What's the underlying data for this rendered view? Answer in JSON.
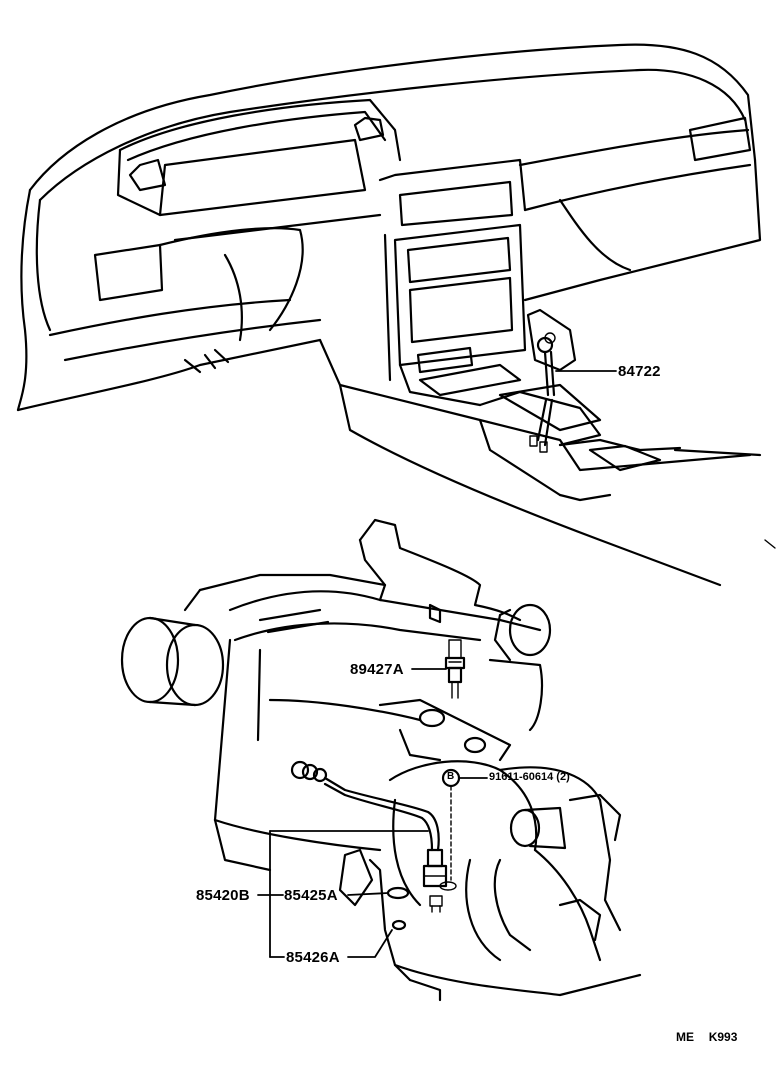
{
  "labels": {
    "p84722": "84722",
    "p89427a": "89427A",
    "p91611": "91611-60614",
    "p91611_qty": "(2)",
    "p85420b": "85420B",
    "p85425a": "85425A",
    "p85426a": "85426A",
    "bolt_marker": "B"
  },
  "footer": {
    "code_left": "ME",
    "code_right": "K993"
  }
}
